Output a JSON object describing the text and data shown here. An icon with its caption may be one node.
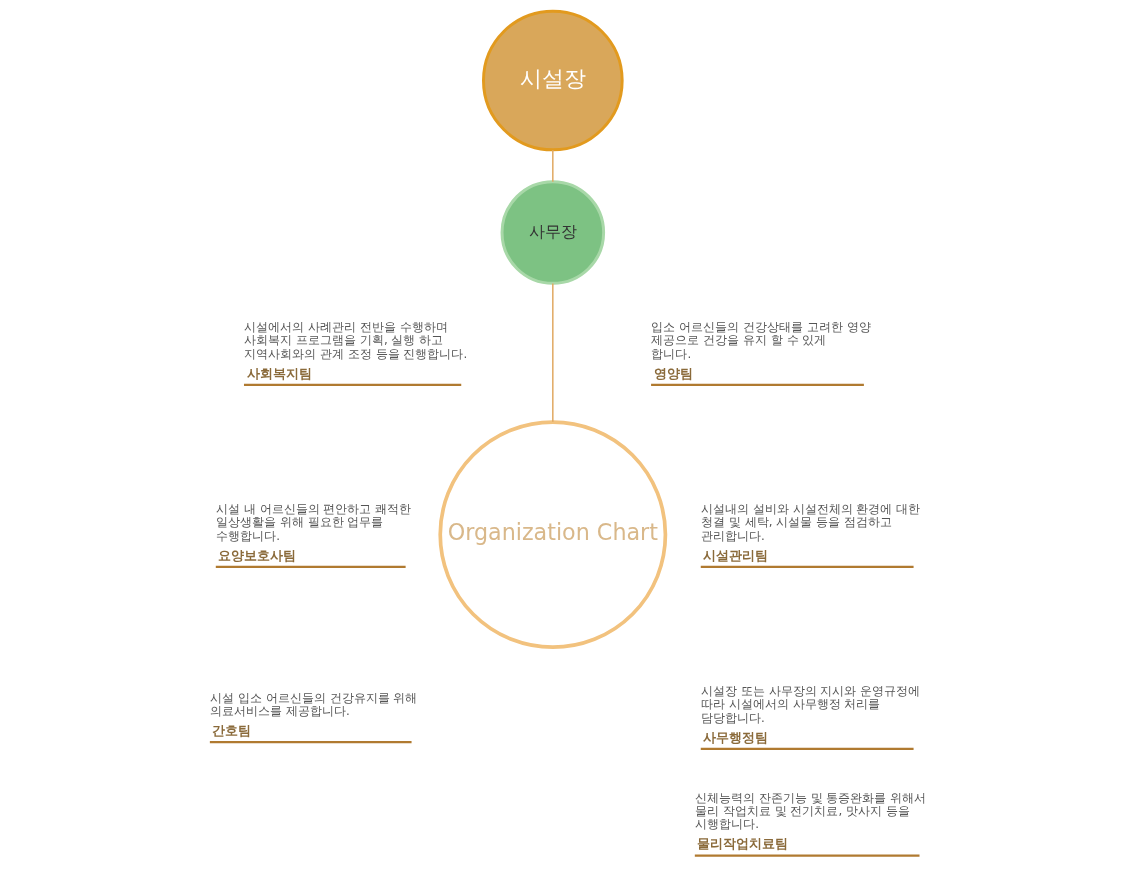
{
  "diagram": {
    "nodes": [
      {
        "text": [
          "시설장"
        ]
      },
      {
        "text": [
          "사무장"
        ]
      },
      {
        "text": [
          "Organization Chart"
        ]
      },
      {
        "text": [
          "입소 어르신들의 건강상태를 고려한 영양 제공으로 건강을 유지 할 수 있게 합니다.",
          "영양팀"
        ]
      },
      {
        "text": [
          "시설에서의 사례관리 전반을 수행하며 사회복지 프로그램을 기획, 실행 하고 지역사회와의 관계 조정 등을 진행합니다.",
          "사회복지팀"
        ]
      },
      {
        "text": [
          "시설내의 설비와 시설전체의 환경에 대한 청결 및 세탁, 시설물 등을 점검하고 관리합니다.",
          "시설관리팀"
        ]
      },
      {
        "text": [
          "시설 내 어르신들의 편안하고 쾌적한 일상생활을 위해 필요한 업무를 수행합니다.",
          "요양보호사팀"
        ]
      },
      {
        "text": [
          "시설장 또는 사무장의 지시와 운영규정에 따라 시설에서의 사무행정 처리를 담당합니다.",
          "사무행정팀"
        ]
      },
      {
        "text": [
          "시설 입소 어르신들의 건강유지를 위해 의료서비스를 제공합니다.",
          "간호팀"
        ]
      },
      {
        "text": [
          "신체능력의 잔존기능 및 통증완화를 위해서 물리 작업치료 및 전기치료, 맛사지 등을 시행합니다.",
          "물리작업치료팀"
        ]
      }
    ],
    "edges": [
      {
        "from": 0,
        "to": 1,
        "arrow": "none",
        "color": "#e0a860"
      },
      {
        "from": 1,
        "to": 2,
        "arrow": "none",
        "color": "#e0a860"
      }
    ]
  }
}
